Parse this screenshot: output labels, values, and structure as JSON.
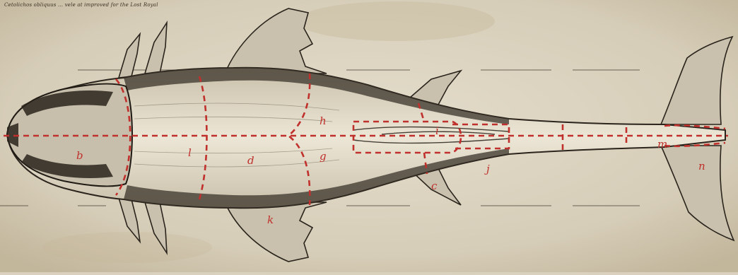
{
  "caption": "Cetolichos obliquus ... vele at improved for the Lost Royal",
  "colors": {
    "paper": "#d9d1be",
    "ink": "#2a241c",
    "cut_lines": "#c0302c"
  },
  "segments": [
    "b",
    "l",
    "d",
    "h",
    "g",
    "i",
    "j",
    "c",
    "k",
    "m",
    "n"
  ]
}
